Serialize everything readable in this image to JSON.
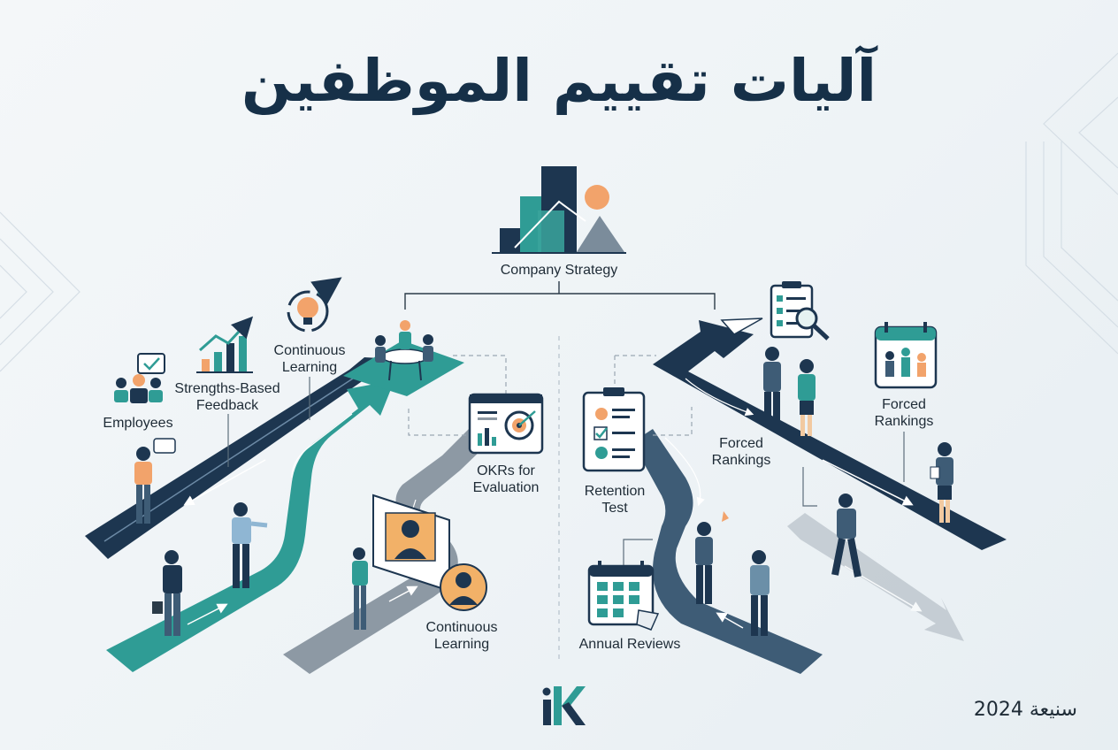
{
  "title": "آليات تقييم الموظفين",
  "center": {
    "label": "Company Strategy"
  },
  "left_branch": {
    "employees": "Employees",
    "strengths_feedback": "Strengths-Based\nFeedback",
    "continuous_learning_top": "Continuous\nLearning",
    "okrs": "OKRs for\nEvaluation",
    "continuous_learning_bottom": "Continuous\nLearning"
  },
  "right_branch": {
    "retention_test": "Retention\nTest",
    "forced_rankings_mid": "Forced\nRankings",
    "forced_rankings_right": "Forced\nRankings",
    "annual_reviews": "Annual Reviews"
  },
  "footer": {
    "date": "سنيعة 2024"
  },
  "colors": {
    "navy": "#1d3650",
    "teal": "#2f9c95",
    "slate": "#3e5c76",
    "gray_road": "#8d99a4",
    "accent_orange": "#f2a36b",
    "title": "#163048"
  },
  "icons": [
    "bar-chart-strategy-icon",
    "sun-icon",
    "mountain-icon",
    "meeting-table-icon",
    "lightbulb-cycle-icon",
    "growth-chart-icon",
    "employees-chat-icon",
    "okr-target-dashboard-icon",
    "profile-card-icon",
    "clipboard-checklist-icon",
    "checklist-magnifier-icon",
    "calendar-ranking-icon",
    "calendar-checkmarks-icon",
    "paper-plane-icon",
    "logo-ik"
  ]
}
